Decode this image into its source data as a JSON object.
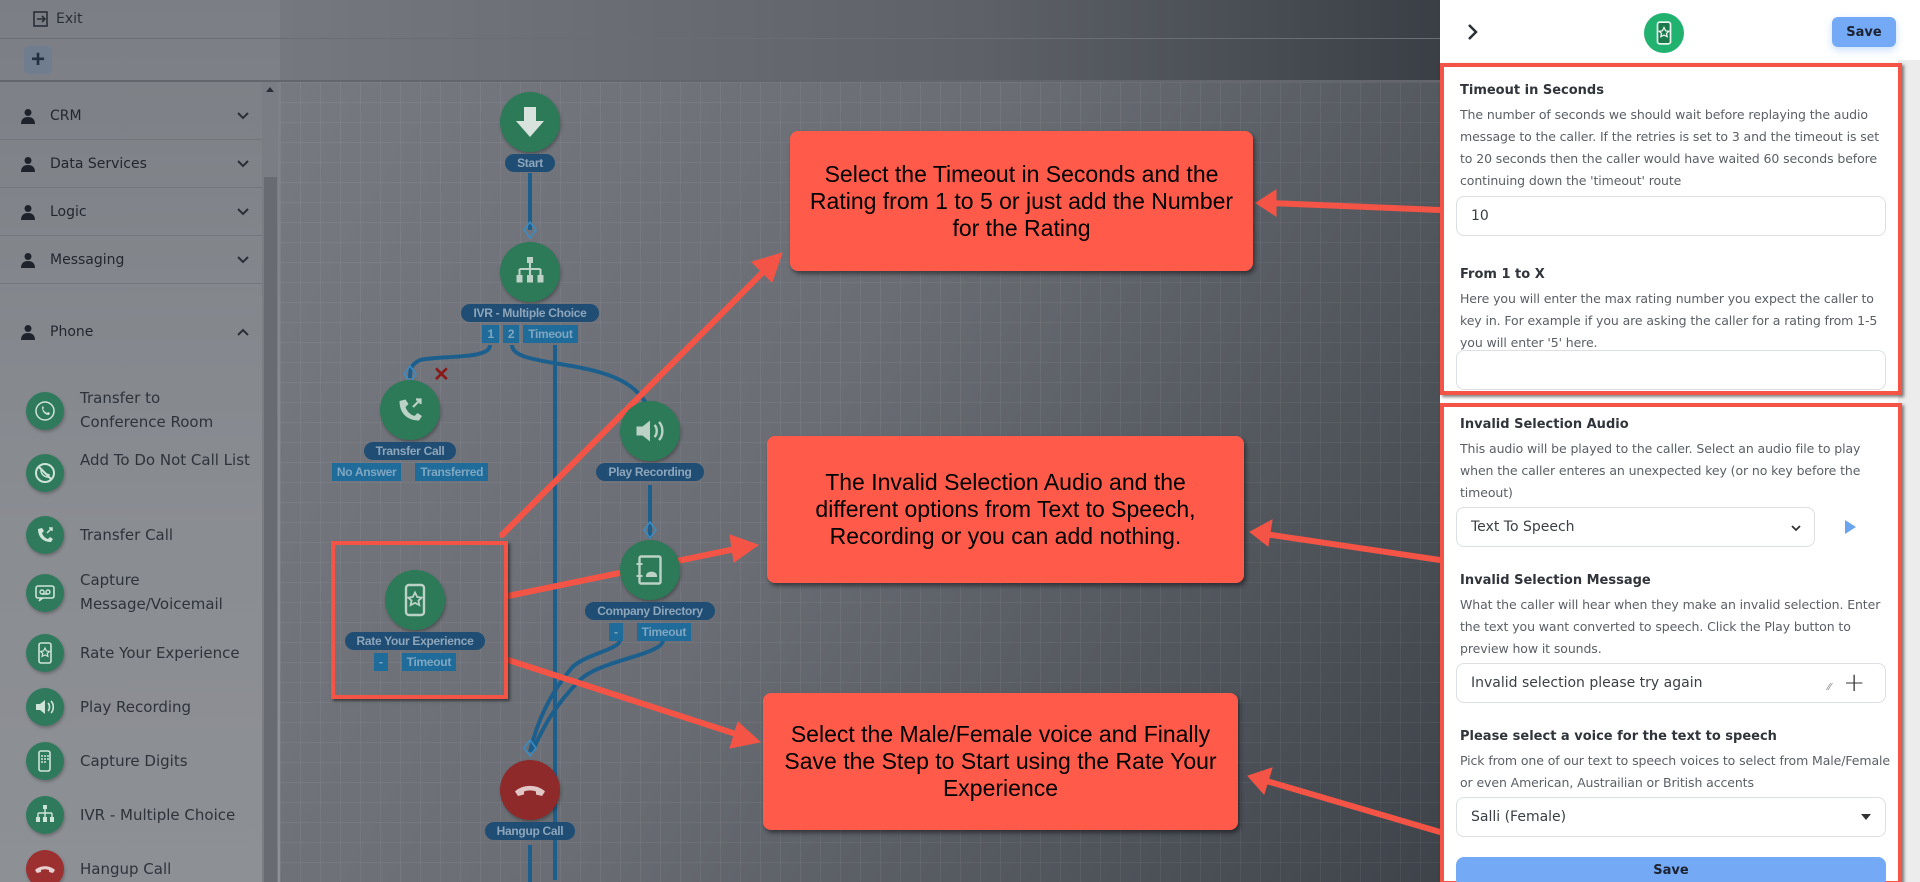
{
  "topbar": {
    "exit_label": "Exit",
    "add_label": "+"
  },
  "sidebar": {
    "categories": [
      {
        "label": "CRM",
        "icon": "person-icon",
        "expanded": false
      },
      {
        "label": "Data Services",
        "icon": "person-icon",
        "expanded": false
      },
      {
        "label": "Logic",
        "icon": "person-icon",
        "expanded": false
      },
      {
        "label": "Messaging",
        "icon": "person-icon",
        "expanded": false
      },
      {
        "label": "Phone",
        "icon": "person-icon",
        "expanded": true
      }
    ],
    "phone_tools": [
      {
        "label": "Transfer to Conference Room",
        "icon": "conference-icon"
      },
      {
        "label": "Add To Do Not Call List",
        "icon": "do-not-call-icon"
      },
      {
        "label": "Transfer Call",
        "icon": "transfer-call-icon"
      },
      {
        "label": "Capture Message/Voicemail",
        "icon": "voicemail-icon"
      },
      {
        "label": "Rate Your Experience",
        "icon": "rate-experience-icon"
      },
      {
        "label": "Play Recording",
        "icon": "speaker-icon"
      },
      {
        "label": "Capture Digits",
        "icon": "keypad-icon"
      },
      {
        "label": "IVR - Multiple Choice",
        "icon": "ivr-icon"
      },
      {
        "label": "Hangup Call",
        "icon": "hangup-icon"
      }
    ]
  },
  "flow": {
    "nodes": {
      "start": {
        "label": "Start"
      },
      "ivr": {
        "label": "IVR - Multiple Choice",
        "ports": [
          "1",
          "2",
          "Timeout"
        ]
      },
      "transfer": {
        "label": "Transfer Call",
        "ports": [
          "No Answer",
          "Transferred"
        ]
      },
      "play": {
        "label": "Play Recording"
      },
      "rate": {
        "label": "Rate Your Experience",
        "ports": [
          "-",
          "Timeout"
        ]
      },
      "directory": {
        "label": "Company Directory",
        "ports": [
          "-",
          "Timeout"
        ]
      },
      "hangup": {
        "label": "Hangup Call"
      }
    },
    "delete_marker": "✕"
  },
  "callouts": [
    "Select the Timeout in Seconds and the Rating from 1 to 5 or just add the Number for the Rating",
    "The Invalid Selection Audio and the different options from Text to Speech, Recording or you can add nothing.",
    "Select the Male/Female voice and Finally Save the Step to Start using the Rate Your Experience"
  ],
  "panel": {
    "save_label": "Save",
    "step_icon": "rate-experience-icon",
    "timeout": {
      "title": "Timeout in Seconds",
      "desc": "The number of seconds we should wait before replaying the audio message to the caller. If the retries is set to 3 and the timeout is set to 20 seconds then the caller would have waited 60 seconds before continuing down the 'timeout' route",
      "value": "10"
    },
    "range": {
      "title": "From 1 to X",
      "desc": "Here you will enter the max rating number you expect the caller to key in. For example if you are asking the caller for a rating from 1-5 you will enter '5' here.",
      "value": ""
    },
    "invalid_audio": {
      "title": "Invalid Selection Audio",
      "desc": "This audio will be played to the caller. Select an audio file to play when the caller enteres an unexpected key (or no key before the timeout)",
      "selected": "Text To Speech"
    },
    "invalid_message": {
      "title": "Invalid Selection Message",
      "desc": "What the caller will hear when they make an invalid selection. Enter the text you want converted to speech. Click the Play button to preview how it sounds.",
      "value": "Invalid selection please try again"
    },
    "voice": {
      "title": "Please select a voice for the text to speech",
      "desc": "Pick from one of our text to speech voices to select from Male/Female or even American, Austrailian or British accents",
      "selected": "Salli (Female)"
    },
    "bottom_save_label": "Save"
  },
  "colors": {
    "accent_blue": "#74aaf5",
    "callout": "#ff5a4a",
    "node_green": "#2c7a58",
    "node_red": "#8e2a2a"
  }
}
